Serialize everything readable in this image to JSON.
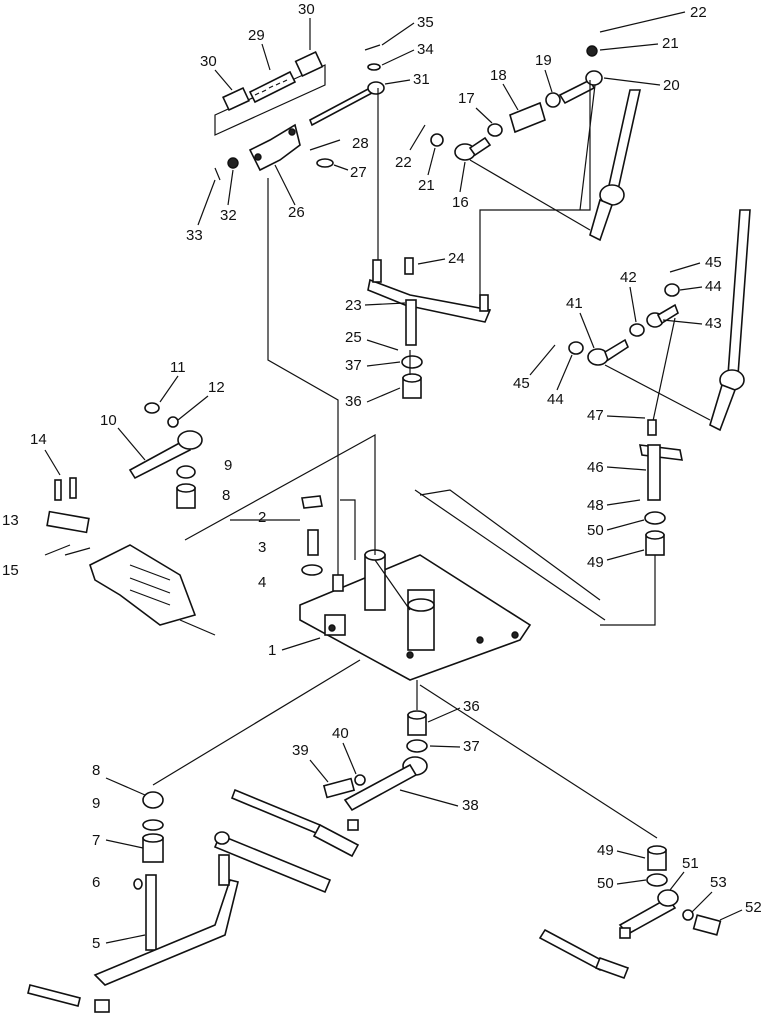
{
  "callouts": {
    "c1": "1",
    "c2": "2",
    "c3": "3",
    "c4": "4",
    "c5": "5",
    "c6": "6",
    "c7": "7",
    "c8a": "8",
    "c8b": "8",
    "c9a": "9",
    "c9b": "9",
    "c10": "10",
    "c11": "11",
    "c12": "12",
    "c13": "13",
    "c14": "14",
    "c15": "15",
    "c16": "16",
    "c17": "17",
    "c18": "18",
    "c19": "19",
    "c20": "20",
    "c21a": "21",
    "c21b": "21",
    "c22a": "22",
    "c22b": "22",
    "c23": "23",
    "c24": "24",
    "c25": "25",
    "c26": "26",
    "c27": "27",
    "c28": "28",
    "c29": "29",
    "c30a": "30",
    "c30b": "30",
    "c31": "31",
    "c32": "32",
    "c33": "33",
    "c34": "34",
    "c35": "35",
    "c36a": "36",
    "c36b": "36",
    "c37a": "37",
    "c37b": "37",
    "c38": "38",
    "c39": "39",
    "c40": "40",
    "c41": "41",
    "c42": "42",
    "c43": "43",
    "c44a": "44",
    "c44b": "44",
    "c45a": "45",
    "c45b": "45",
    "c46": "46",
    "c47": "47",
    "c48": "48",
    "c49a": "49",
    "c49b": "49",
    "c50a": "50",
    "c50b": "50",
    "c51": "51",
    "c52": "52",
    "c53": "53"
  }
}
